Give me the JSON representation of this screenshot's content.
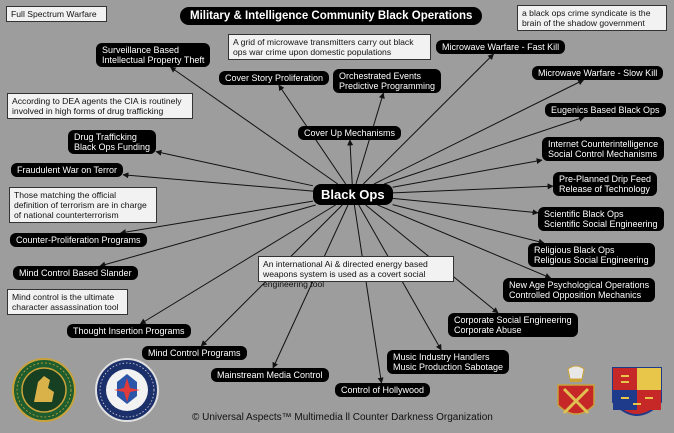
{
  "title": "Military & Intelligence Community Black Operations",
  "center": "Black Ops",
  "notes": {
    "full_spectrum": "Full Spectrum Warfare",
    "crime_syndicate": "a black ops crime syndicate is the brain of the shadow government",
    "microwave_grid": "A grid of microwave transmitters carry out black ops war crime upon domestic populations",
    "dea": "According to DEA agents the CIA is routinely involved in high forms of drug trafficking",
    "terrorism": "Those matching the official definition of terrorism are in charge of national counterterrorism",
    "ai_weapons": "An international Ai & directed energy based weapons system is used as a covert social engineering tool",
    "mind_control": "Mind control is the ultimate character assassination tool"
  },
  "nodes": {
    "surveillance": [
      "Surveillance Based",
      "Intellectual Property Theft"
    ],
    "cover_story": [
      "Cover Story Proliferation"
    ],
    "orchestrated": [
      "Orchestrated Events",
      "Predictive Programming"
    ],
    "cover_up": [
      "Cover Up Mechanisms"
    ],
    "mw_fast": [
      "Microwave Warfare - Fast Kill"
    ],
    "mw_slow": [
      "Microwave Warfare - Slow Kill"
    ],
    "eugenics": [
      "Eugenics Based Black Ops"
    ],
    "internet": [
      "Internet Counterintelligence",
      "Social Control Mechanisms"
    ],
    "drip": [
      "Pre-Planned Drip Feed",
      "Release of Technology"
    ],
    "scientific": [
      "Scientific Black Ops",
      "Scientific Social Engineering"
    ],
    "religious": [
      "Religious Black Ops",
      "Religious Social Engineering"
    ],
    "new_age": [
      "New Age Psychological Operations",
      "Controlled Opposition Mechanics"
    ],
    "corporate": [
      "Corporate Social Engineering",
      "Corporate Abuse"
    ],
    "music": [
      "Music Industry Handlers",
      "Music Production Sabotage"
    ],
    "hollywood": [
      "Control of Hollywood"
    ],
    "media": [
      "Mainstream Media Control"
    ],
    "mc_programs": [
      "Mind Control Programs"
    ],
    "thought": [
      "Thought Insertion Programs"
    ],
    "slander": [
      "Mind Control Based Slander"
    ],
    "counter_prolif": [
      "Counter-Proliferation Programs"
    ],
    "war_terror": [
      "Fraudulent War on Terror"
    ],
    "drug": [
      "Drug Trafficking",
      "Black Ops Funding"
    ]
  },
  "footer": "© Universal Aspects™ Multimedia ll Counter Darkness Organization",
  "colors": {
    "background": "#9d9d9d",
    "node": "#000000",
    "note": "#f2f2f2",
    "edge": "#111111"
  }
}
